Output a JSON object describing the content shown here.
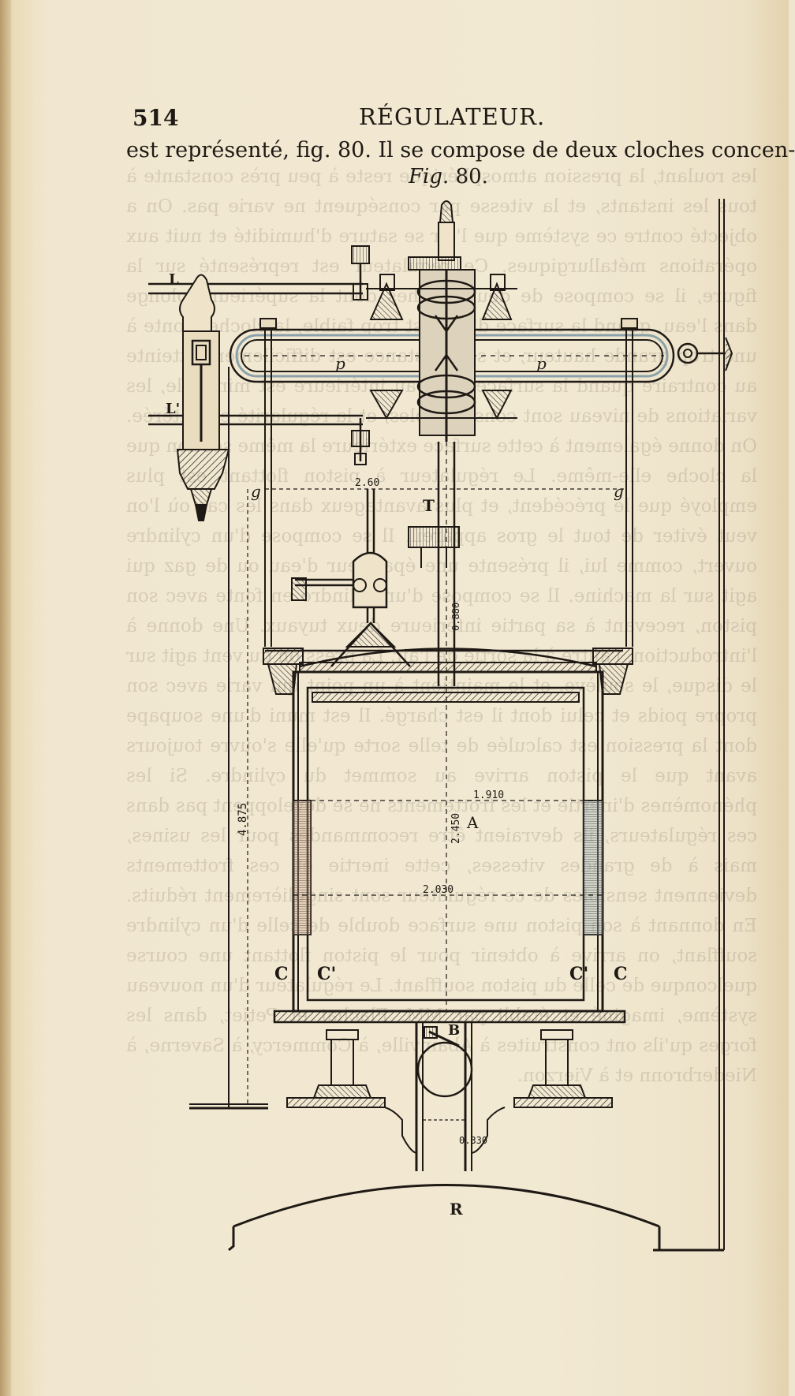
{
  "header": {
    "page_number": "514",
    "running_title": "RÉGULATEUR."
  },
  "text": {
    "first_line": "est représenté, fig. 80. Il se compose de deux cloches concen-",
    "figure_caption_word": "Fig.",
    "figure_caption_number": "80."
  },
  "figure": {
    "labels": {
      "L": "L",
      "L_prime": "L'",
      "p_left": "p",
      "p_right": "p",
      "g_left": "g",
      "g_right": "g",
      "T": "T",
      "A": "A",
      "B": "B",
      "R": "R",
      "C_left": "C",
      "C_prime_left": "C'",
      "C_prime_right": "C'",
      "C_right": "C"
    },
    "dimensions": {
      "top_span": "2.60",
      "inner_width": "1.910",
      "height_bell": "2.450",
      "lower_mark": "2.030",
      "total_height": "4.875",
      "pipe_width": "0.330",
      "tube_height": "0.880"
    }
  },
  "colors": {
    "ink": "#1e1914",
    "paper": "#f1e7d0",
    "hand_tint_blue": "#9bb0b6",
    "hand_tint_rose": "#c9a28d"
  }
}
